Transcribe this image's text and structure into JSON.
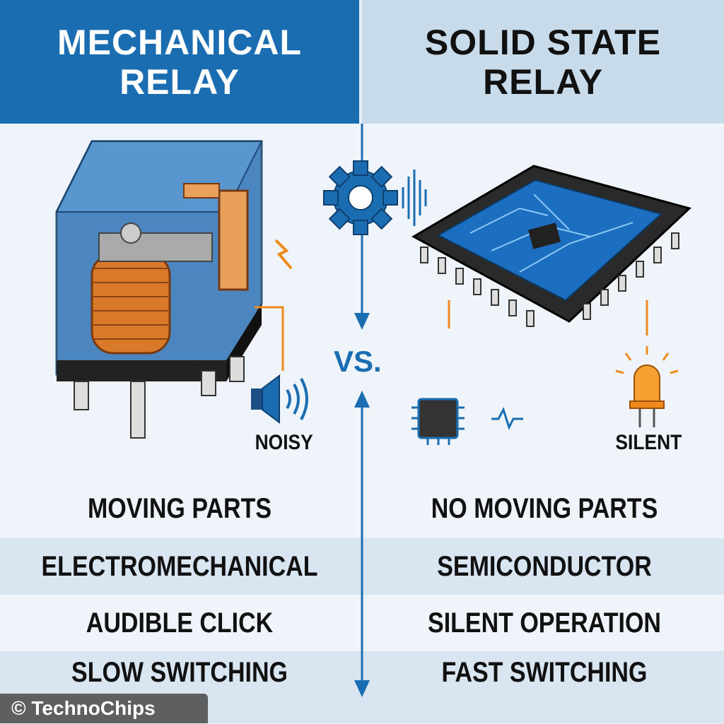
{
  "header": {
    "left_title": "MECHANICAL RELAY",
    "right_title": "SOLID STATE RELAY"
  },
  "vs_label": "VS.",
  "illustrations": {
    "left_label": "NOISY",
    "right_label": "SILENT"
  },
  "comparison_rows": [
    {
      "left": "MOVING PARTS",
      "right": "NO MOVING PARTS"
    },
    {
      "left": "ELECTROMECHANICAL",
      "right": "SEMICONDUCTOR"
    },
    {
      "left": "AUDIBLE CLICK",
      "right": "SILENT OPERATION"
    },
    {
      "left": "SLOW SWITCHING",
      "right": "FAST SWITCHING"
    }
  ],
  "watermark": "© TechnoChips",
  "colors": {
    "accent_blue": "#1b6db2",
    "header_right": "#c8dbeb",
    "orange": "#f08a1c"
  }
}
